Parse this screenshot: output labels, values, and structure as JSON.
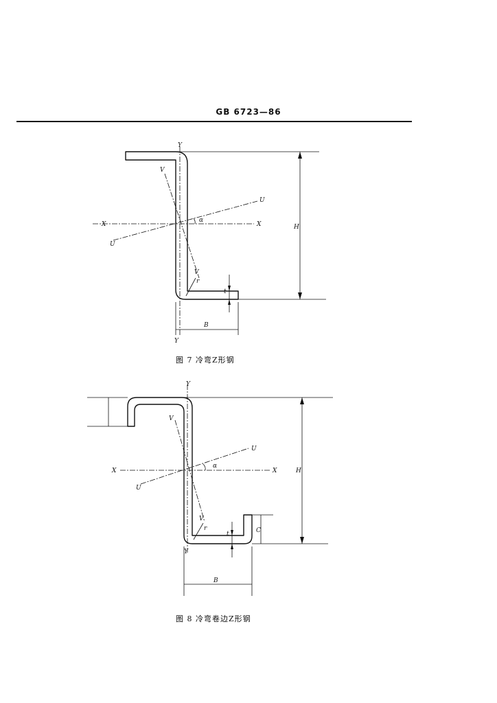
{
  "header": {
    "standard_code": "GB 6723—86"
  },
  "figure7": {
    "caption": "图 7  冷弯Z形钢",
    "labels": {
      "y_top": "Y",
      "y_bottom": "Y",
      "x_left": "X",
      "x_right": "X",
      "u_top": "U",
      "u_bottom": "U",
      "v_top": "V",
      "v_bottom": "V",
      "r": "r",
      "alpha": "α",
      "t": "t",
      "h": "H",
      "b": "B"
    }
  },
  "figure8": {
    "caption": "图 8  冷弯卷边Z形钢",
    "labels": {
      "y_top": "Y",
      "y_bottom": "Y",
      "x_left": "X",
      "x_right": "X",
      "u_top": "U",
      "u_bottom": "U",
      "v_top": "V",
      "v_bottom": "V",
      "r": "r",
      "alpha": "α",
      "t": "t",
      "h": "H",
      "b": "B",
      "c": "C"
    }
  }
}
